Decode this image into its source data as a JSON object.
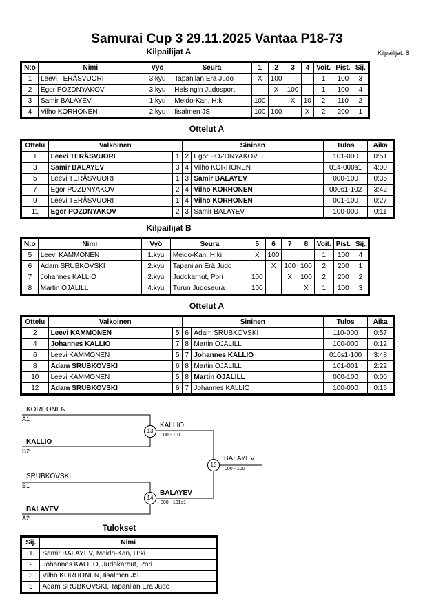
{
  "title": "Samurai Cup 3  29.11.2025  Vantaa   P18-73",
  "pool_a": {
    "heading": "Kilpailijat A",
    "count_label": "Kilpailijat: 8",
    "headers": [
      "N:o",
      "Nimi",
      "Vyö",
      "Seura",
      "1",
      "2",
      "3",
      "4",
      "Voit.",
      "Pist.",
      "Sij."
    ],
    "rows": [
      [
        "1",
        "Leevi TERÄSVUORI",
        "3.kyu",
        "Tapanilan Erä Judo",
        "X",
        "100",
        "",
        "",
        "1",
        "100",
        "3"
      ],
      [
        "2",
        "Egor POZDNYAKOV",
        "3.kyu",
        "Helsingin Judosport",
        "",
        "X",
        "100",
        "",
        "1",
        "100",
        "4"
      ],
      [
        "3",
        "Samir BALAYEV",
        "1.kyu",
        "Meido-Kan, H:ki",
        "100",
        "",
        "X",
        "10",
        "2",
        "110",
        "2"
      ],
      [
        "4",
        "Vilho KORHONEN",
        "2.kyu",
        "Iisalmen JS",
        "100",
        "100",
        "",
        "X",
        "2",
        "200",
        "1"
      ]
    ]
  },
  "matches_a": {
    "heading": "Ottelut A",
    "headers": [
      "Ottelu",
      "Valkoinen",
      "Sininen",
      "Tulos",
      "Aika"
    ],
    "rows": [
      {
        "no": "1",
        "white": "Leevi TERÄSVUORI",
        "wb": true,
        "wn": "1",
        "bn": "2",
        "blue": "Egor POZDNYAKOV",
        "bb": false,
        "res": "101-000",
        "time": "0:51"
      },
      {
        "no": "3",
        "white": "Samir BALAYEV",
        "wb": true,
        "wn": "3",
        "bn": "4",
        "blue": "Vilho KORHONEN",
        "bb": false,
        "res": "014-000s1",
        "time": "4:00"
      },
      {
        "no": "5",
        "white": "Leevi TERÄSVUORI",
        "wb": false,
        "wn": "1",
        "bn": "3",
        "blue": "Samir BALAYEV",
        "bb": true,
        "res": "000-100",
        "time": "0:35"
      },
      {
        "no": "7",
        "white": "Egor POZDNYAKOV",
        "wb": false,
        "wn": "2",
        "bn": "4",
        "blue": "Vilho KORHONEN",
        "bb": true,
        "res": "000s1-102",
        "time": "3:42"
      },
      {
        "no": "9",
        "white": "Leevi TERÄSVUORI",
        "wb": false,
        "wn": "1",
        "bn": "4",
        "blue": "Vilho KORHONEN",
        "bb": true,
        "res": "001-100",
        "time": "0:27"
      },
      {
        "no": "11",
        "white": "Egor POZDNYAKOV",
        "wb": true,
        "wn": "2",
        "bn": "3",
        "blue": "Samir BALAYEV",
        "bb": false,
        "res": "100-000",
        "time": "0:11"
      }
    ]
  },
  "pool_b": {
    "heading": "Kilpailijat B",
    "headers": [
      "N:o",
      "Nimi",
      "Vyö",
      "Seura",
      "5",
      "6",
      "7",
      "8",
      "Voit.",
      "Pist.",
      "Sij."
    ],
    "rows": [
      [
        "5",
        "Leevi KAMMONEN",
        "1.kyu",
        "Meido-Kan, H:ki",
        "X",
        "100",
        "",
        "",
        "1",
        "100",
        "4"
      ],
      [
        "6",
        "Adam SRUBKOVSKI",
        "2.kyu",
        "Tapanilan Erä Judo",
        "",
        "X",
        "100",
        "100",
        "2",
        "200",
        "1"
      ],
      [
        "7",
        "Johannes KALLIO",
        "2.kyu",
        "Judokarhut, Pori",
        "100",
        "",
        "X",
        "100",
        "2",
        "200",
        "2"
      ],
      [
        "8",
        "Martin OJALILL",
        "4.kyu",
        "Turun Judoseura",
        "100",
        "",
        "",
        "X",
        "1",
        "100",
        "3"
      ]
    ]
  },
  "matches_b": {
    "heading": "Ottelut A",
    "headers": [
      "Ottelu",
      "Valkoinen",
      "Sininen",
      "Tulos",
      "Aika"
    ],
    "rows": [
      {
        "no": "2",
        "white": "Leevi KAMMONEN",
        "wb": true,
        "wn": "5",
        "bn": "6",
        "blue": "Adam SRUBKOVSKI",
        "bb": false,
        "res": "110-000",
        "time": "0:57"
      },
      {
        "no": "4",
        "white": "Johannes KALLIO",
        "wb": true,
        "wn": "7",
        "bn": "8",
        "blue": "Martin OJALILL",
        "bb": false,
        "res": "100-000",
        "time": "0:12"
      },
      {
        "no": "6",
        "white": "Leevi KAMMONEN",
        "wb": false,
        "wn": "5",
        "bn": "7",
        "blue": "Johannes KALLIO",
        "bb": true,
        "res": "010s1-100",
        "time": "3:48"
      },
      {
        "no": "8",
        "white": "Adam SRUBKOVSKI",
        "wb": true,
        "wn": "6",
        "bn": "8",
        "blue": "Martin OJALILL",
        "bb": false,
        "res": "101-001",
        "time": "2:22"
      },
      {
        "no": "10",
        "white": "Leevi KAMMONEN",
        "wb": false,
        "wn": "5",
        "bn": "8",
        "blue": "Martin OJALILL",
        "bb": true,
        "res": "000-100",
        "time": "0:00"
      },
      {
        "no": "12",
        "white": "Adam SRUBKOVSKI",
        "wb": true,
        "wn": "6",
        "bn": "7",
        "blue": "Johannes KALLIO",
        "bb": false,
        "res": "100-000",
        "time": "0:16"
      }
    ]
  },
  "bracket": {
    "semi1_top_name": "KORHONEN",
    "semi1_top_seed": "A1",
    "semi1_bottom_name": "KALLIO",
    "semi1_bottom_seed": "B2",
    "semi1_no": "13",
    "semi1_winner": "KALLIO",
    "semi1_score": "000 - 101",
    "semi2_top_name": "SRUBKOVSKI",
    "semi2_top_seed": "B1",
    "semi2_bottom_name": "BALAYEV",
    "semi2_bottom_seed": "A2",
    "semi2_no": "14",
    "semi2_winner": "BALAYEV",
    "semi2_score": "000 - 101s1",
    "final_no": "15",
    "final_winner": "BALAYEV",
    "final_score": "000 - 100"
  },
  "results": {
    "heading": "Tulokset",
    "headers": [
      "Sij.",
      "Nimi"
    ],
    "rows": [
      [
        "1",
        "Samir BALAYEV, Meido-Kan, H:ki"
      ],
      [
        "2",
        "Johannes KALLIO, Judokarhut, Pori"
      ],
      [
        "3",
        "Vilho KORHONEN, Iisalmen JS"
      ],
      [
        "3",
        "Adam SRUBKOVSKI, Tapanilan Erä Judo"
      ]
    ]
  }
}
